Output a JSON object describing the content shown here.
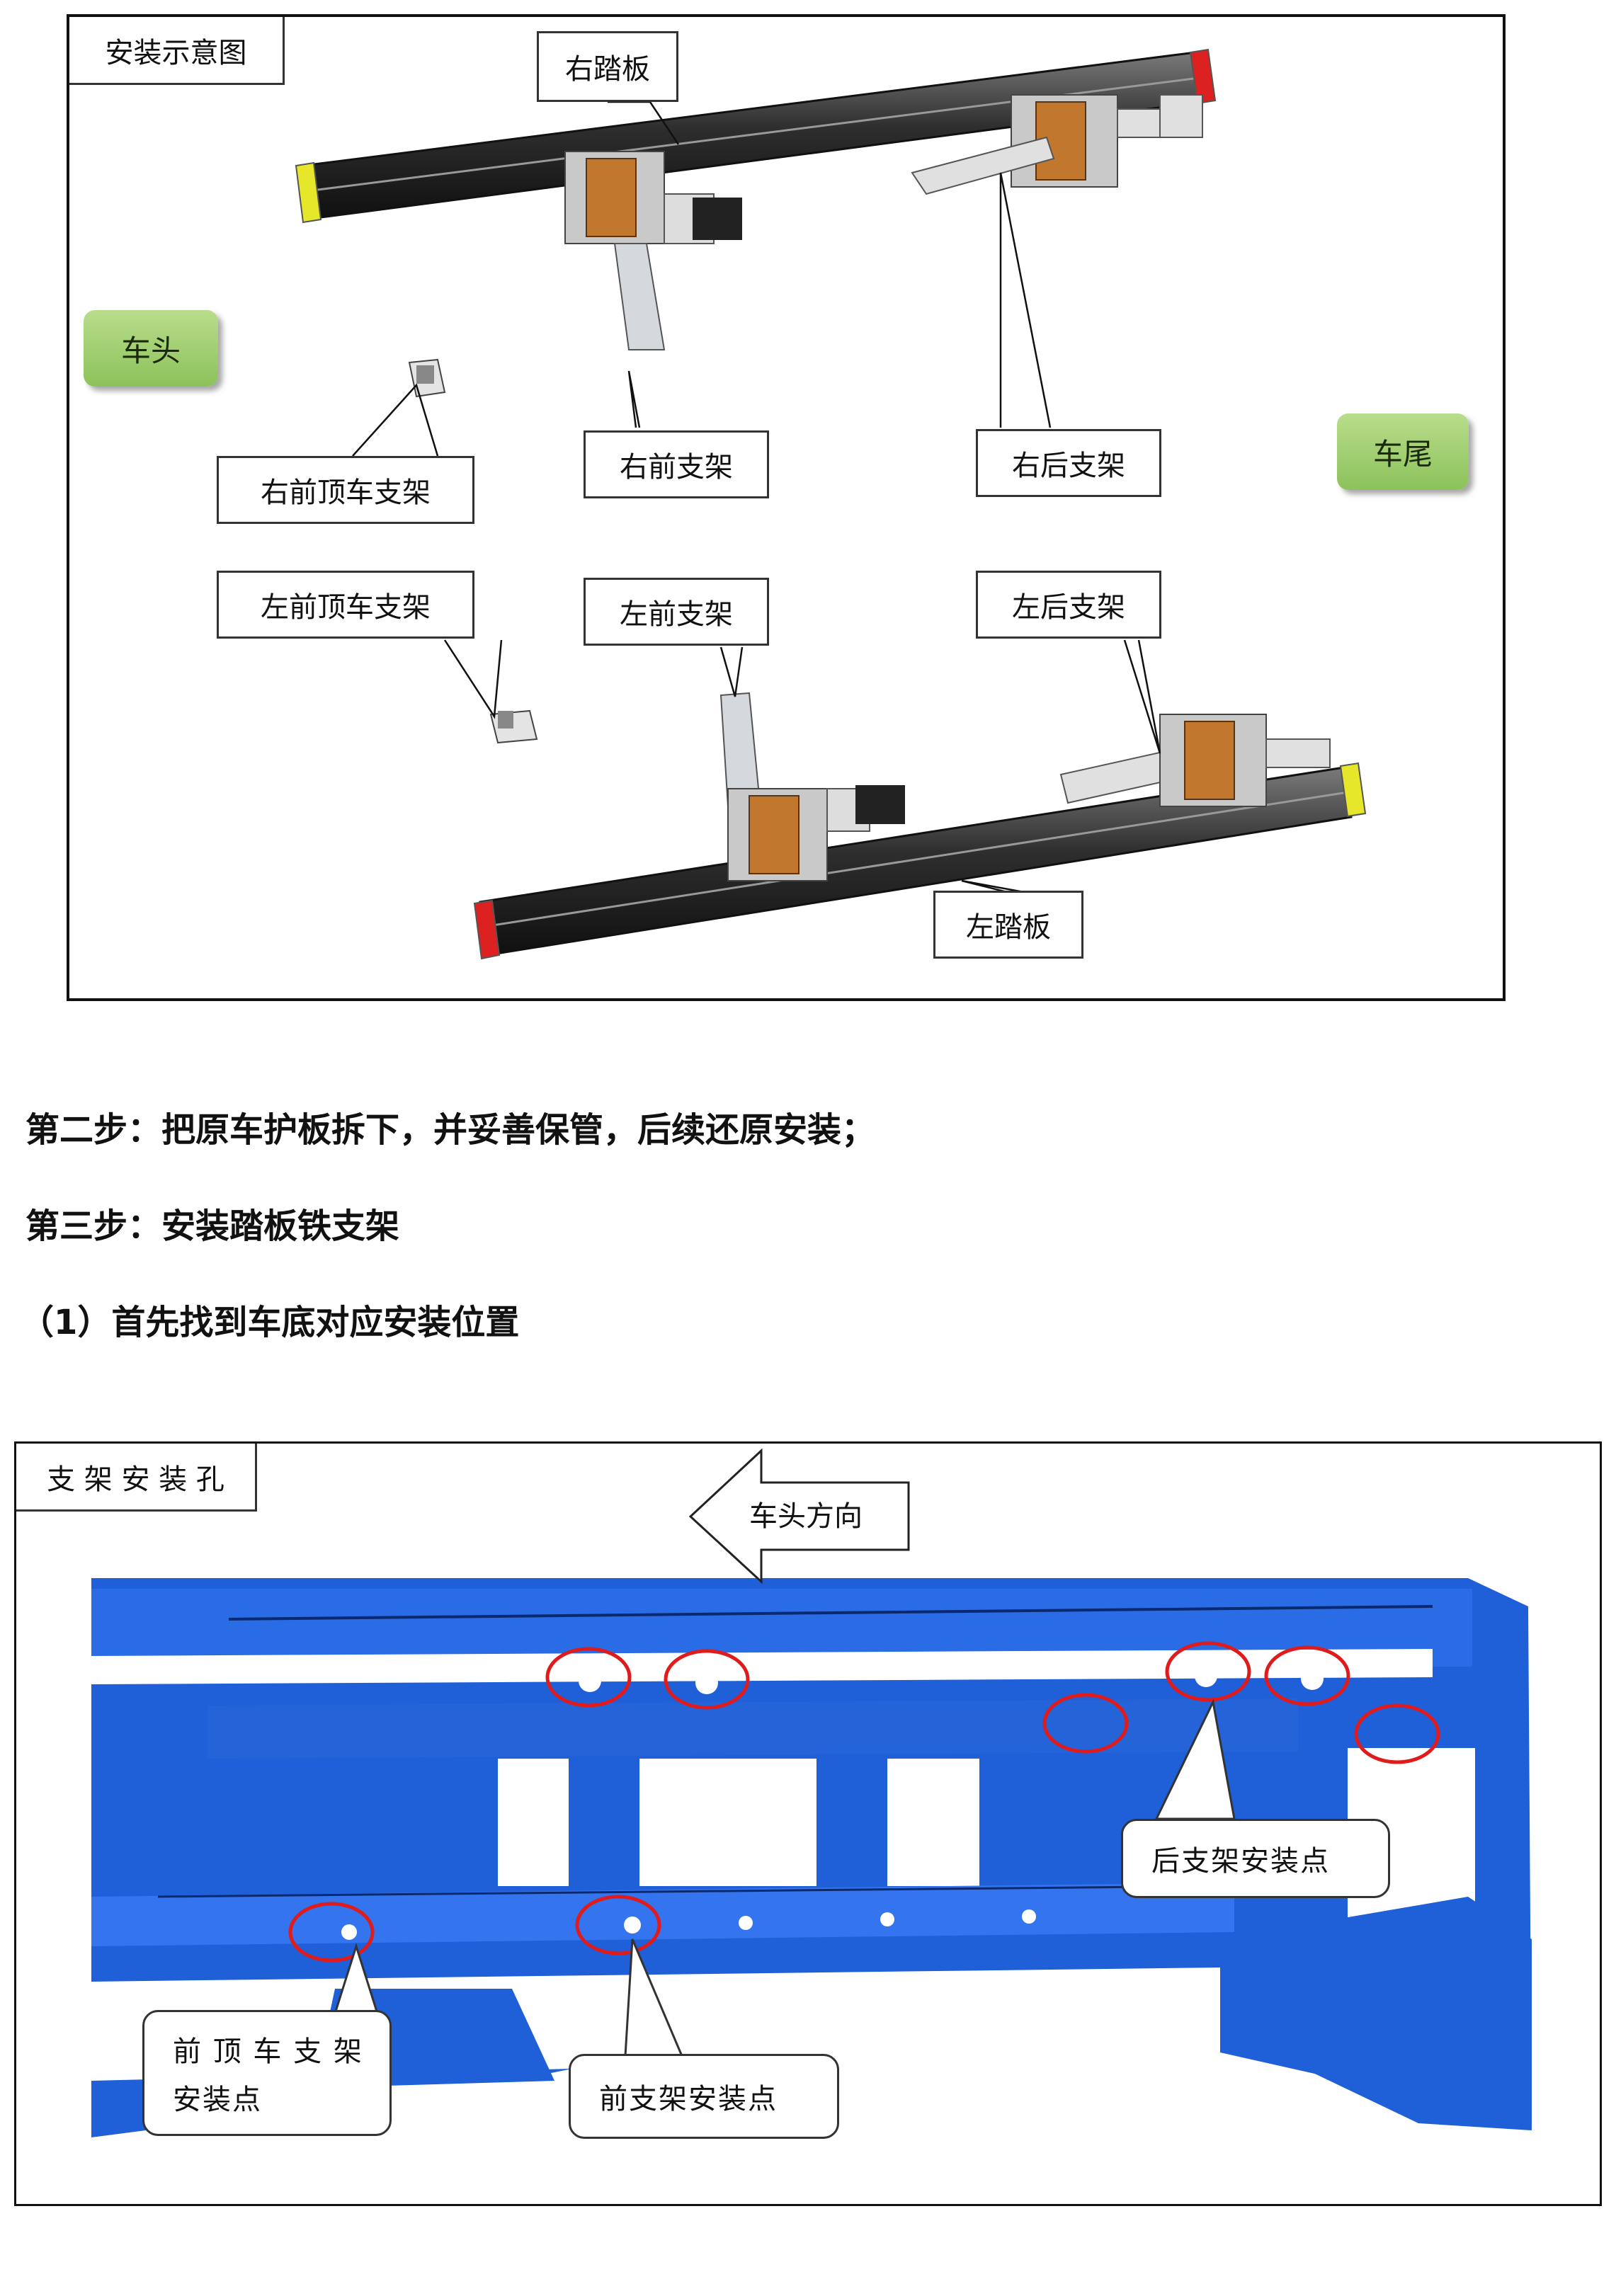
{
  "figure1": {
    "title": "安装示意图",
    "labels": {
      "right_board": "右踏板",
      "right_front_top_bracket": "右前顶车支架",
      "right_front_bracket": "右前支架",
      "right_rear_bracket": "右后支架",
      "left_front_top_bracket": "左前顶车支架",
      "left_front_bracket": "左前支架",
      "left_rear_bracket": "左后支架",
      "left_board": "左踏板"
    },
    "front_button": "车头",
    "rear_button": "车尾"
  },
  "steps": {
    "step2": "第二步：把原车护板拆下，并妥善保管，后续还原安装；",
    "step3": "第三步：安装踏板铁支架",
    "sub1": "（1）首先找到车底对应安装位置"
  },
  "figure2": {
    "title": "支 架 安 装 孔",
    "direction": "车头方向",
    "callouts": {
      "rear_point": "后支架安装点",
      "front_point": "前支架安装点",
      "top_line1": "前 顶 车 支 架",
      "top_line2": "安装点"
    }
  },
  "colors": {
    "chassis_blue": "#1f5fd8",
    "highlight_red": "#e01b1b",
    "button_green": "#9ccc6a"
  }
}
